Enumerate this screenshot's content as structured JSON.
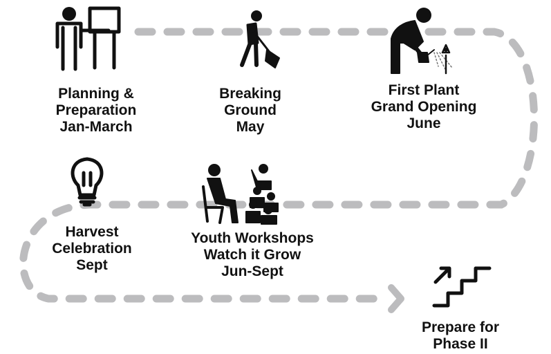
{
  "colors": {
    "path": "#bcbcbe",
    "icon": "#111111",
    "text": "#111111"
  },
  "steps": [
    {
      "icon": "presenter-whiteboard-icon",
      "lines": [
        "Planning &",
        "Preparation",
        "Jan-March"
      ]
    },
    {
      "icon": "person-digging-icon",
      "lines": [
        "Breaking",
        "Ground",
        "May"
      ]
    },
    {
      "icon": "watering-plant-icon",
      "lines": [
        "First Plant",
        "Grand Opening",
        "June"
      ]
    },
    {
      "icon": "lightbulb-icon",
      "lines": [
        "Harvest",
        "Celebration",
        "Sept"
      ]
    },
    {
      "icon": "teacher-students-icon",
      "lines": [
        "Youth Workshops",
        "Watch it Grow",
        "Jun-Sept"
      ]
    },
    {
      "icon": "stairs-arrow-icon",
      "lines": [
        "Prepare for",
        "Phase II"
      ]
    }
  ]
}
